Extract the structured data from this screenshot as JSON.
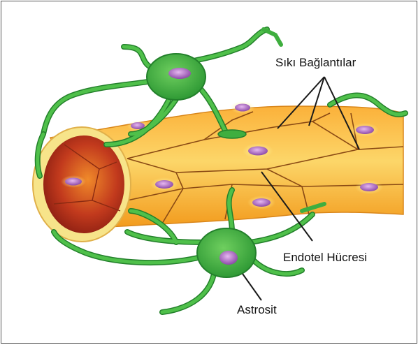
{
  "labels": {
    "tight_junctions": "Sıkı Bağlantılar",
    "endothelial_cell": "Endotel Hücresi",
    "astrocyte": "Astrosit"
  },
  "colors": {
    "vessel_orange": "#f5a521",
    "vessel_light": "#fbd56a",
    "lumen_red": "#b8321d",
    "astrocyte_green": "#3fae3f",
    "astrocyte_dark": "#23802b",
    "nucleus_purple": "#a462c0",
    "cell_border": "#8a4a14",
    "leader_line": "#1a1a1a"
  }
}
